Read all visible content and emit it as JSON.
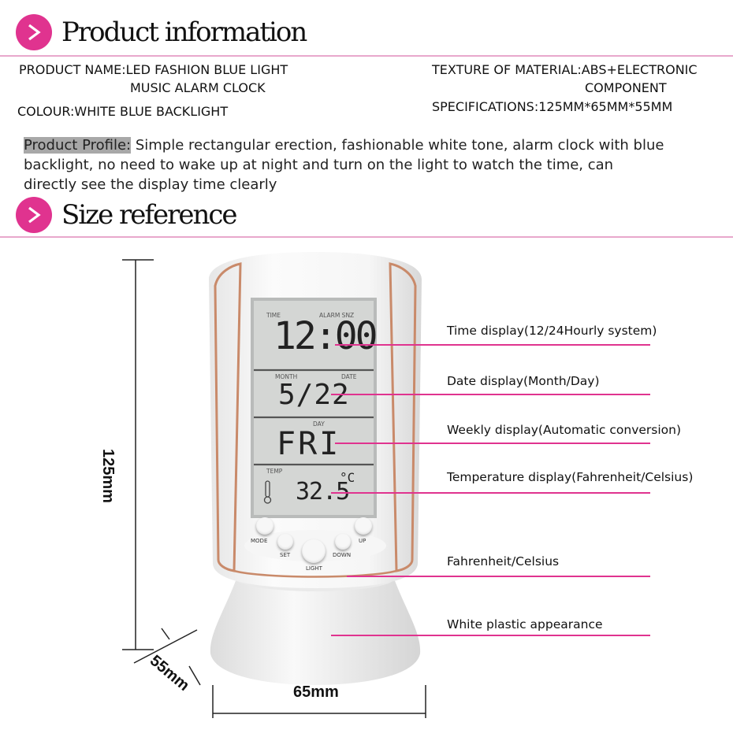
{
  "section1": {
    "title": "Product information",
    "icon": "chevron-right-icon"
  },
  "product": {
    "name_line1": "PRODUCT NAME:LED FASHION BLUE LIGHT",
    "name_line2": "MUSIC ALARM CLOCK",
    "colour": "COLOUR:WHITE BLUE BACKLIGHT",
    "material_line1": "TEXTURE OF MATERIAL:ABS+ELECTRONIC",
    "material_line2": "COMPONENT",
    "specs": "SPECIFICATIONS:125MM*65MM*55MM"
  },
  "profile": {
    "label": "Product Profile:",
    "text": " Simple rectangular erection, fashionable white tone, alarm clock with blue backlight, no need to wake up at night and turn on the light to watch the time, can directly see the display time clearly"
  },
  "section2": {
    "title": "Size reference",
    "icon": "chevron-right-icon"
  },
  "dimensions": {
    "height": "125mm",
    "width": "65mm",
    "depth": "55mm"
  },
  "lcd": {
    "label_time": "TIME",
    "label_alarm": "ALARM SNZ",
    "time": "12:00",
    "label_month": "MONTH",
    "label_date": "DATE",
    "date": "5/22",
    "label_day": "DAY",
    "day": "FRI",
    "label_temp": "TEMP",
    "temp": "32.5",
    "unit": "°C"
  },
  "buttons": {
    "mode": "MODE",
    "set": "SET",
    "light": "LIGHT",
    "down": "DOWN",
    "up": "UP"
  },
  "callouts": [
    "Time display(12/24Hourly system)",
    "Date display(Month/Day)",
    "Weekly display(Automatic conversion)",
    "Temperature display(Fahrenheit/Celsius)",
    "Fahrenheit/Celsius",
    "White plastic appearance"
  ],
  "colors": {
    "accent": "#e0338f",
    "rule": "#e8a8cc",
    "lcd": "#d4d6d4",
    "body": "#f3f3f3"
  }
}
